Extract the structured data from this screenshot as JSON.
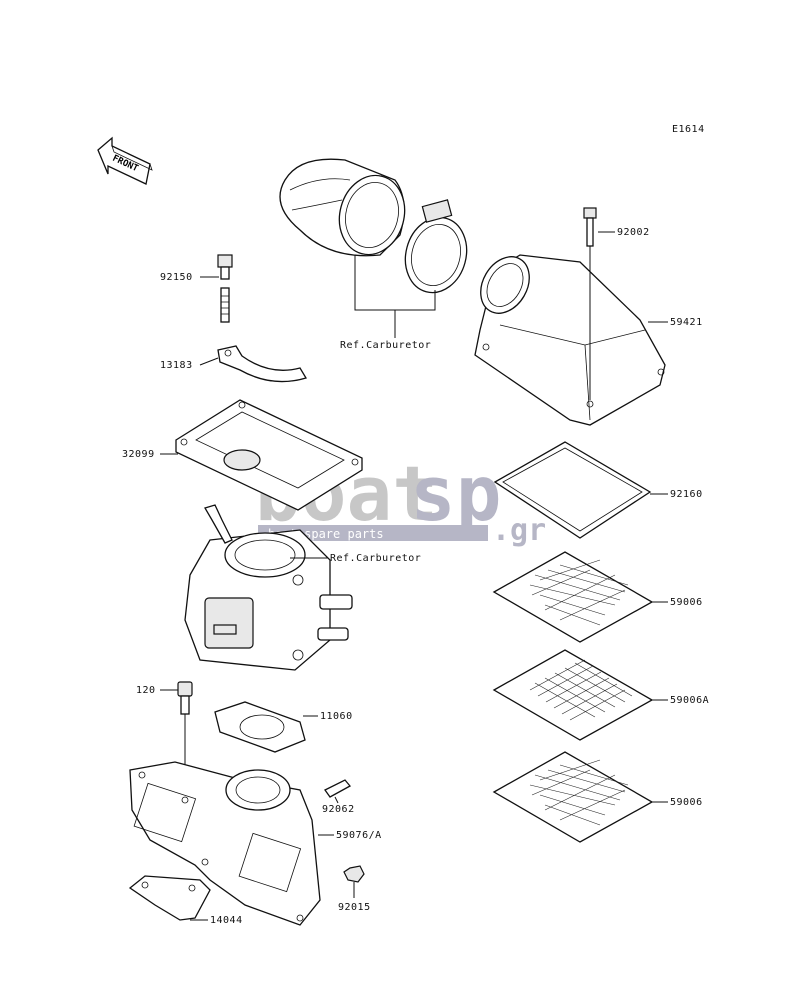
{
  "diagram_code": "E1614",
  "front_label": "FRONT",
  "watermark": {
    "brand_main": "boat",
    "brand_sp": "sp",
    "brand_tld": ".gr",
    "tagline": "boat spare parts"
  },
  "parts": {
    "p92150": "92150",
    "p13183": "13183",
    "p32099": "32099",
    "p120": "120",
    "p11060": "11060",
    "p92062": "92062",
    "p59076": "59076/A",
    "p92015": "92015",
    "p14044": "14044",
    "p92002": "92002",
    "p59421": "59421",
    "p92160": "92160",
    "p59006_top": "59006",
    "p59006a": "59006A",
    "p59006_bottom": "59006",
    "ref_carb_upper": "Ref.Carburetor",
    "ref_carb_lower": "Ref.Carburetor"
  }
}
